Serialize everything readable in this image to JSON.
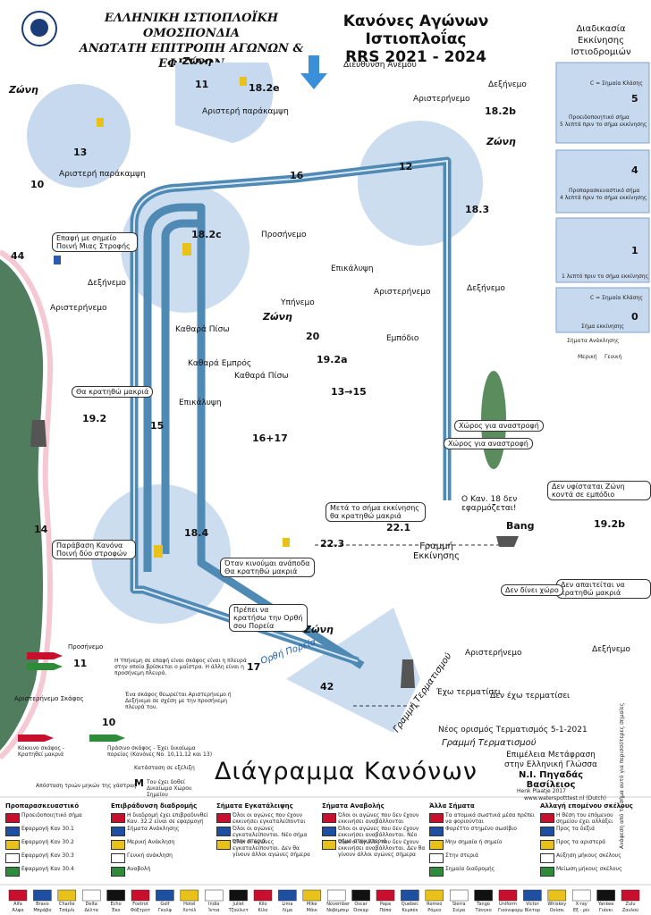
{
  "header": {
    "org_line1": "ΕΛΛΗΝΙΚΗ ΙΣΤΙΟΠΛΟΪΚΗ ΟΜΟΣΠΟΝΔΙΑ",
    "org_line2": "ΑΝΩΤΑΤΗ ΕΠΙΤΡΟΠΗ ΑΓΩΝΩΝ & ΕΦΕΣΕΩΝ",
    "title_line1": "Κανόνες Αγώνων Ιστιοπλοΐας",
    "title_line2": "RRS 2021 - 2024",
    "wind": "Διεύθυνση Ανέμου"
  },
  "colors": {
    "course": "#4f8ab5",
    "zone": "#c7d9ee",
    "boat_red": "#c8102e",
    "boat_green": "#2e8b3a",
    "land": "#4f7d5e",
    "mark": "#e8c21a"
  },
  "side": {
    "title_l1": "Διαδικασία",
    "title_l2": "Εκκίνησης",
    "title_l3": "Ιστιοδρομιών",
    "steps": [
      {
        "num": "5",
        "flag": "C = Σημαία Κλάσης",
        "caption_l1": "Προειδοποιητικό σήμα",
        "caption_l2": "5 λεπτά πριν το σήμα εκκίνησης"
      },
      {
        "num": "4",
        "flag": "",
        "caption_l1": "Προπαρασκευαστικό σήμα",
        "caption_l2": "4 λεπτά πριν το σήμα εκκίνησης"
      },
      {
        "num": "1",
        "flag": "",
        "caption_l1": "1 λεπτό πριν το σήμα εκκίνησης",
        "caption_l2": ""
      },
      {
        "num": "0",
        "flag": "C = Σημαία Κλάσης",
        "caption_l1": "Σήμα εκκίνησης",
        "caption_l2": ""
      }
    ],
    "recall_title": "Σήματα Ανάκλησης",
    "recall_a": "Μερική",
    "recall_b": "Γενική"
  },
  "labels": {
    "zone": "Ζώνη",
    "left_rounding": "Αριστερή παράκαμψη",
    "windward": "Προσήνεμο",
    "leeward": "Υπήνεμο",
    "starboard": "Δεξήνεμο",
    "port": "Αριστερήνεμο",
    "overlap": "Επικάλυψη",
    "obstacle": "Εμπόδιο",
    "clear_astern": "Καθαρά Πίσω",
    "clear_ahead": "Καθαρά Εμπρός",
    "touch_mark": "Επαφή με σημείο Ποινή Μιας Στροφής",
    "keep_clear": "Θα κρατηθώ μακριά",
    "room_tack": "Χώρος για αναστροφή",
    "after_start": "Μετά το σήμα εκκίνησης θα κρατηθώ μακριά",
    "rule18": "Ο Καν. 18 δεν εφαρμόζεται!",
    "must_keep_zone": "Δεν υφίσταται Ζώνη κοντά σε εμπόδιο",
    "must_keep_clear": "Δεν απαιτείται να κρατηθώ μακριά",
    "no_room": "Δεν δίνει χώρο",
    "bang": "Bang",
    "start_line": "Γραμμή Εκκίνησης",
    "finish_line": "Γραμμή Τερματισμού",
    "finish_line_rot": "Γραμμή Τερματισμού",
    "proper_course": "Ορθή Πορεία",
    "tack_penalty": "Παράβαση Κανόνα Ποινή δύο στροφών",
    "when_luffing": "Όταν κινούμαι ανάποδα Θα κρατηθώ μακριά",
    "must_proper": "Πρέπει να κρατήσω την Ορθή σου Πορεία",
    "finished": "Έχω τερματίσει",
    "not_finished": "Δεν έχω τερματίσει",
    "new_finish": "Νέος ορισμός Τερματισμός 5-1-2021",
    "big_title": "Διάγραμμα Κανόνων",
    "translation": "Επιμέλεια Μετάφραση στην Ελληνική Γλώσσα",
    "translator": "Ν.Ι. Πηγαδάς Βασίλειος",
    "author": "Henk Plaatje 2017",
    "site": "www.waterspotttest.nl (Dutch)",
    "boat_numbers": [
      "10",
      "11",
      "12",
      "13",
      "14",
      "15",
      "16",
      "17",
      "18.2b",
      "18.2c",
      "18.2e",
      "18.3",
      "18.4",
      "19.2",
      "19.2a",
      "19.2b",
      "20",
      "22.1",
      "22.3",
      "42",
      "44",
      "16+17",
      "13→15"
    ]
  },
  "legend": {
    "left_col": [
      {
        "title": "Προσήνεμο",
        "rule": "11",
        "desc": "Η Υπήνεμη σε επαφή είναι σκάφος είναι η πλευρά στην οποία βρίσκεται ο μαΐστρα. Η άλλη είναι η προσήνεμη πλευρά."
      },
      {
        "title": "Αριστερήνεμο Σκάφος",
        "rule": "10",
        "desc": "Ένα σκάφος θεωρείται Αριστερήνεμο ή Δεξήνεμο σε σχέση με την προσήνεμη πλευρά του."
      },
      {
        "title": "Κόκκινο σκάφος - Κρατηθεί μακριά",
        "rule": "",
        "desc": "Πράσινο σκάφος - Έχει δικαίωμα πορείας (Κανόνες Νο. 10,11,12 και 13)"
      },
      {
        "title": "Κατάσταση σε εξέλιξη",
        "rule": "",
        "desc": ""
      },
      {
        "title": "Απόσταση τριών μηκών της γάστρας",
        "rule": "M",
        "desc": "Του έχει δοθεί Δικαίωμα Χώρου Σημείου"
      }
    ],
    "sections": [
      {
        "title": "Προπαρασκευαστικό",
        "items": [
          "Προειδοποιητικό σήμα",
          "Εφαρμογή Καν 30.1",
          "Εφαρμογή Καν 30.2",
          "Εφαρμογή Καν 30.3",
          "Εφαρμογή Καν 30.4"
        ]
      },
      {
        "title": "Επιβράδυνση διαδρομής",
        "items": [
          "Η διαδρομή έχει επιβραδυνθεί Καν. 32.2 είναι σε εφαρμογή",
          "Σήματα Ανάκλησης",
          "Μερική Ανάκληση",
          "Γενική ανάκληση",
          "Αναβολή"
        ]
      },
      {
        "title": "Σήματα Εγκατάλειψης",
        "items": [
          "Όλοι οι αγώνες που έχουν εκκινήσει εγκαταλείπονται",
          "Όλοι οι αγώνες εγκαταλείπονται. Νέο σήμα στην στεριά",
          "Όλοι οι αγώνες εγκαταλείπονται. Δεν θα γίνουν άλλοι αγώνες σήμερα"
        ]
      },
      {
        "title": "Σήματα Αναβολής",
        "items": [
          "Όλοι οι αγώνες που δεν έχουν εκκινήσει αναβάλλονται",
          "Όλοι οι αγώνες που δεν έχουν εκκινήσει αναβάλλονται. Νέο σήμα στην στεριά",
          "Όλοι οι αγώνες που δεν έχουν εκκινήσει αναβάλλονται. Δεν θα γίνουν άλλοι αγώνες σήμερα"
        ]
      },
      {
        "title": "Άλλα Σήματα",
        "items": [
          "Τα ατομικά σωστικά μέσα πρέπει να φοριούνται",
          "Φαρέττο στημένο σωσίβιο",
          "Μην σημαία ή σημείο",
          "Στην στεριά",
          "Σημαία διαδρομής"
        ]
      },
      {
        "title": "Αλλαγή επομένου σκέλους",
        "items": [
          "Η θέση του επόμενου σημείου έχει αλλάξει",
          "Προς τα δεξιά",
          "Προς τα αριστερά",
          "Αύξηση μήκους σκέλους",
          "Μείωση μήκους σκέλους"
        ]
      }
    ],
    "footnote": "Ανάφεση από το σήμα αυτό για περισσότερες σημαίες"
  },
  "flags": [
    {
      "name": "Alfa",
      "gr": "Άλφα"
    },
    {
      "name": "Bravo",
      "gr": "Μπράβο"
    },
    {
      "name": "Charlie",
      "gr": "Τσάρλι"
    },
    {
      "name": "Delta",
      "gr": "Δέλτα"
    },
    {
      "name": "Echo",
      "gr": "Έκο"
    },
    {
      "name": "Foxtrot",
      "gr": "Φόξτροτ"
    },
    {
      "name": "Golf",
      "gr": "Γκολφ"
    },
    {
      "name": "Hotel",
      "gr": "Χοτέλ"
    },
    {
      "name": "India",
      "gr": "Ίντια"
    },
    {
      "name": "Juliet",
      "gr": "Τζούλιετ"
    },
    {
      "name": "Kilo",
      "gr": "Κίλο"
    },
    {
      "name": "Lima",
      "gr": "Λίμα"
    },
    {
      "name": "Mike",
      "gr": "Μάικ"
    },
    {
      "name": "November",
      "gr": "Νοβέμπερ"
    },
    {
      "name": "Oscar",
      "gr": "Όσκαρ"
    },
    {
      "name": "Papa",
      "gr": "Πάπα"
    },
    {
      "name": "Quebec",
      "gr": "Κεμπέκ"
    },
    {
      "name": "Romeo",
      "gr": "Ρόμεο"
    },
    {
      "name": "Sierra",
      "gr": "Σιέρα"
    },
    {
      "name": "Tango",
      "gr": "Τάνγκο"
    },
    {
      "name": "Uniform",
      "gr": "Γιούνιφορμ"
    },
    {
      "name": "Victor",
      "gr": "Βίκτορ"
    },
    {
      "name": "Whiskey",
      "gr": "Ουίσκι"
    },
    {
      "name": "X-ray",
      "gr": "Εξ - ρέι"
    },
    {
      "name": "Yankee",
      "gr": "Γιάνκι"
    },
    {
      "name": "Zulu",
      "gr": "Ζουλού"
    }
  ]
}
